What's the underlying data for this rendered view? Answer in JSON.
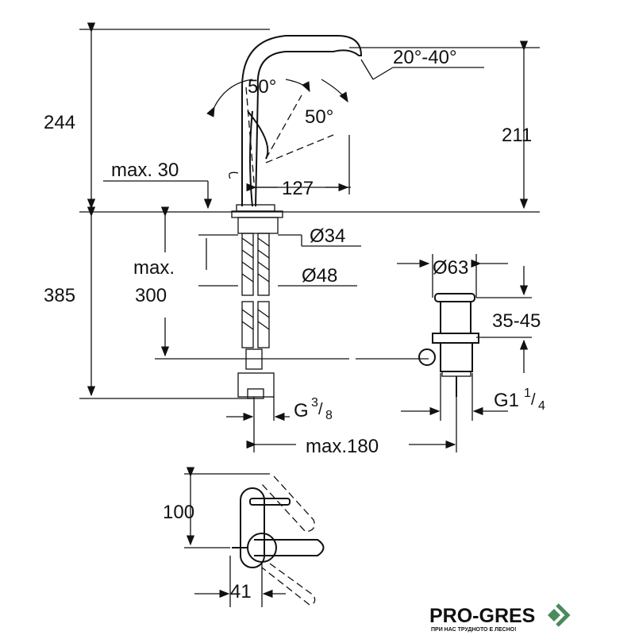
{
  "dimensions": {
    "angle_spout": "20°-40°",
    "angle_lever_1": "50°",
    "angle_lever_2": "50°",
    "height_total": "244",
    "height_spout": "211",
    "max_deck": "max. 30",
    "reach": "127",
    "hole_34": "Ø34",
    "hole_48": "Ø48",
    "max_label": "max.",
    "max_300": "300",
    "height_below": "385",
    "waste_diameter": "Ø63",
    "waste_height": "35-45",
    "thread_g": "G",
    "thread_g_num": "3",
    "thread_g_den": "8",
    "thread_g1": "G1",
    "thread_g1_num": "1",
    "thread_g1_den": "4",
    "max_180": "max.180",
    "plan_100": "100",
    "plan_41": "41"
  },
  "logo": {
    "name": "PRO-GRES",
    "tagline": "ПРИ НАС ТРУДНОТО Е ЛЕСНО!",
    "accent": "#4a8a5c",
    "text_color": "#3a3a3a"
  }
}
